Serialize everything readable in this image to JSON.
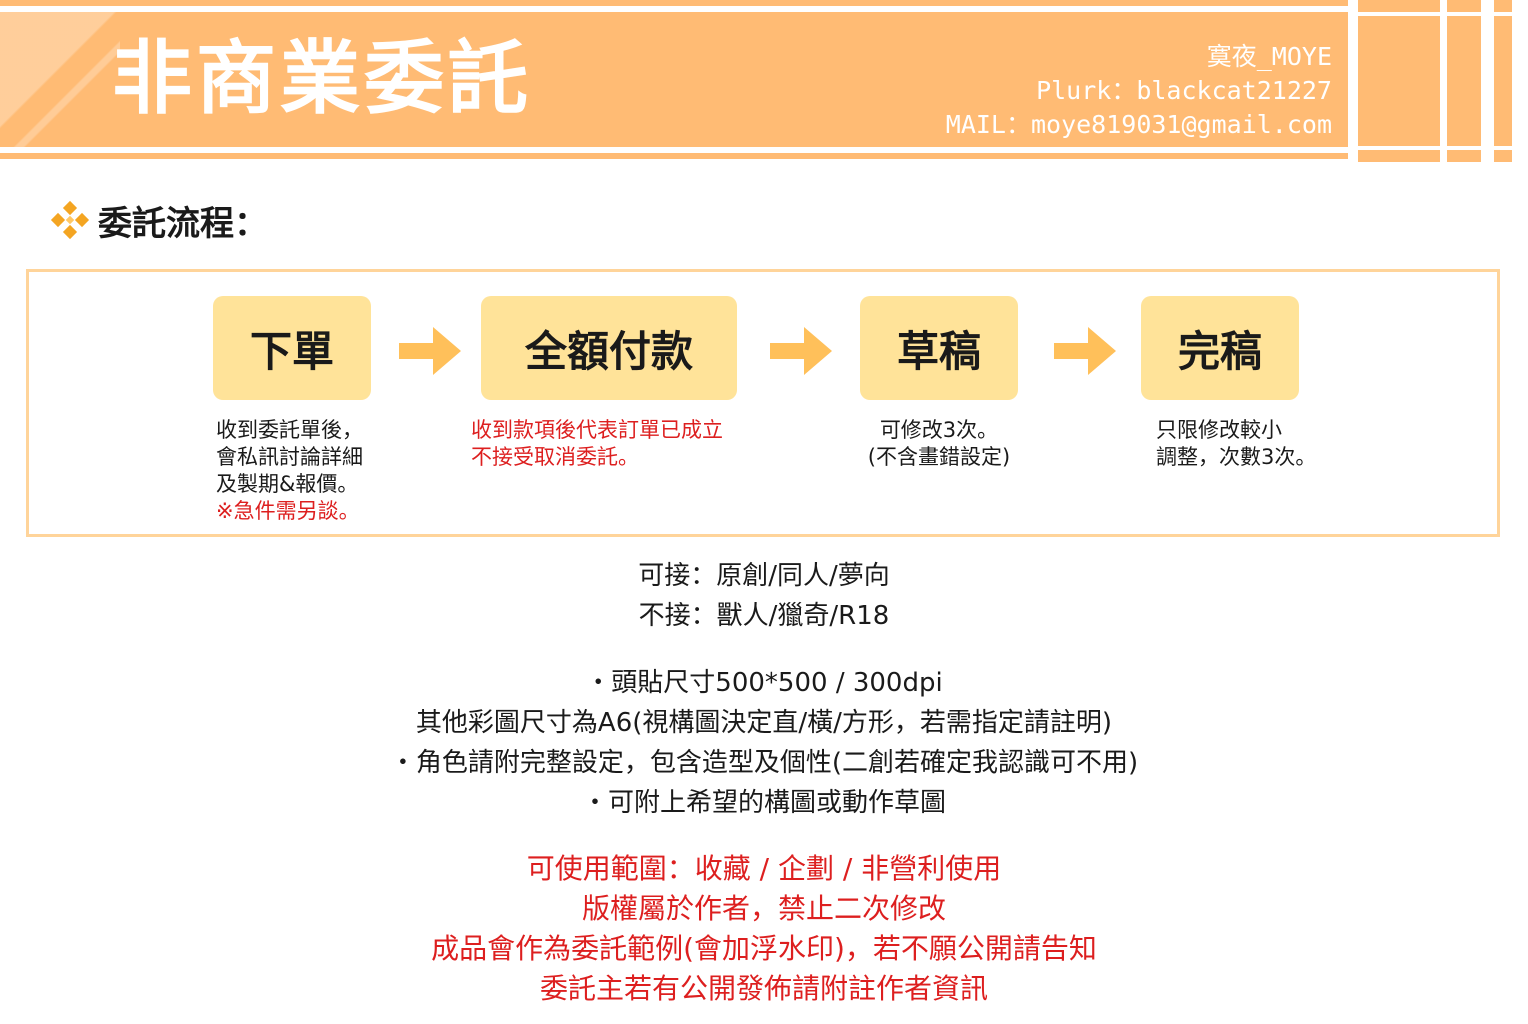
{
  "header": {
    "title": "非商業委託",
    "contact": [
      "寞夜_MOYE",
      "Plurk：blackcat21227",
      "MAIL：moye819031@gmail.com"
    ],
    "accent_color": "#ffbb74"
  },
  "section": {
    "title": "委託流程：",
    "icon": "diamond-cluster-icon"
  },
  "process": {
    "steps": [
      {
        "label": "下單",
        "desc": [
          "收到委託單後，",
          "會私訊討論詳細",
          "及製期&報價。"
        ],
        "note": "※急件需另談。"
      },
      {
        "label": "全額付款",
        "desc_red": [
          "收到款項後代表訂單已成立",
          "不接受取消委託。"
        ]
      },
      {
        "label": "草稿",
        "desc": [
          "可修改3次。",
          "(不含畫錯設定)"
        ]
      },
      {
        "label": "完稿",
        "desc": [
          "只限修改較小",
          "調整，次數3次。"
        ]
      }
    ],
    "arrow_icon": "arrow-right-icon",
    "step_color": "#ffe399",
    "arrow_color": "#ffc05a"
  },
  "accept": [
    "可接：原創/同人/夢向",
    "不接：獸人/獵奇/R18"
  ],
  "notes": [
    "・頭貼尺寸500*500 / 300dpi",
    "其他彩圖尺寸為A6(視構圖決定直/橫/方形，若需指定請註明)",
    "・角色請附完整設定，包含造型及個性(二創若確定我認識可不用)",
    "・可附上希望的構圖或動作草圖"
  ],
  "usage": [
    "可使用範圍：收藏 / 企劃 / 非營利使用",
    "版權屬於作者，禁止二次修改",
    "成品會作為委託範例(會加浮水印)，若不願公開請告知",
    "委託主若有公開發佈請附註作者資訊"
  ]
}
